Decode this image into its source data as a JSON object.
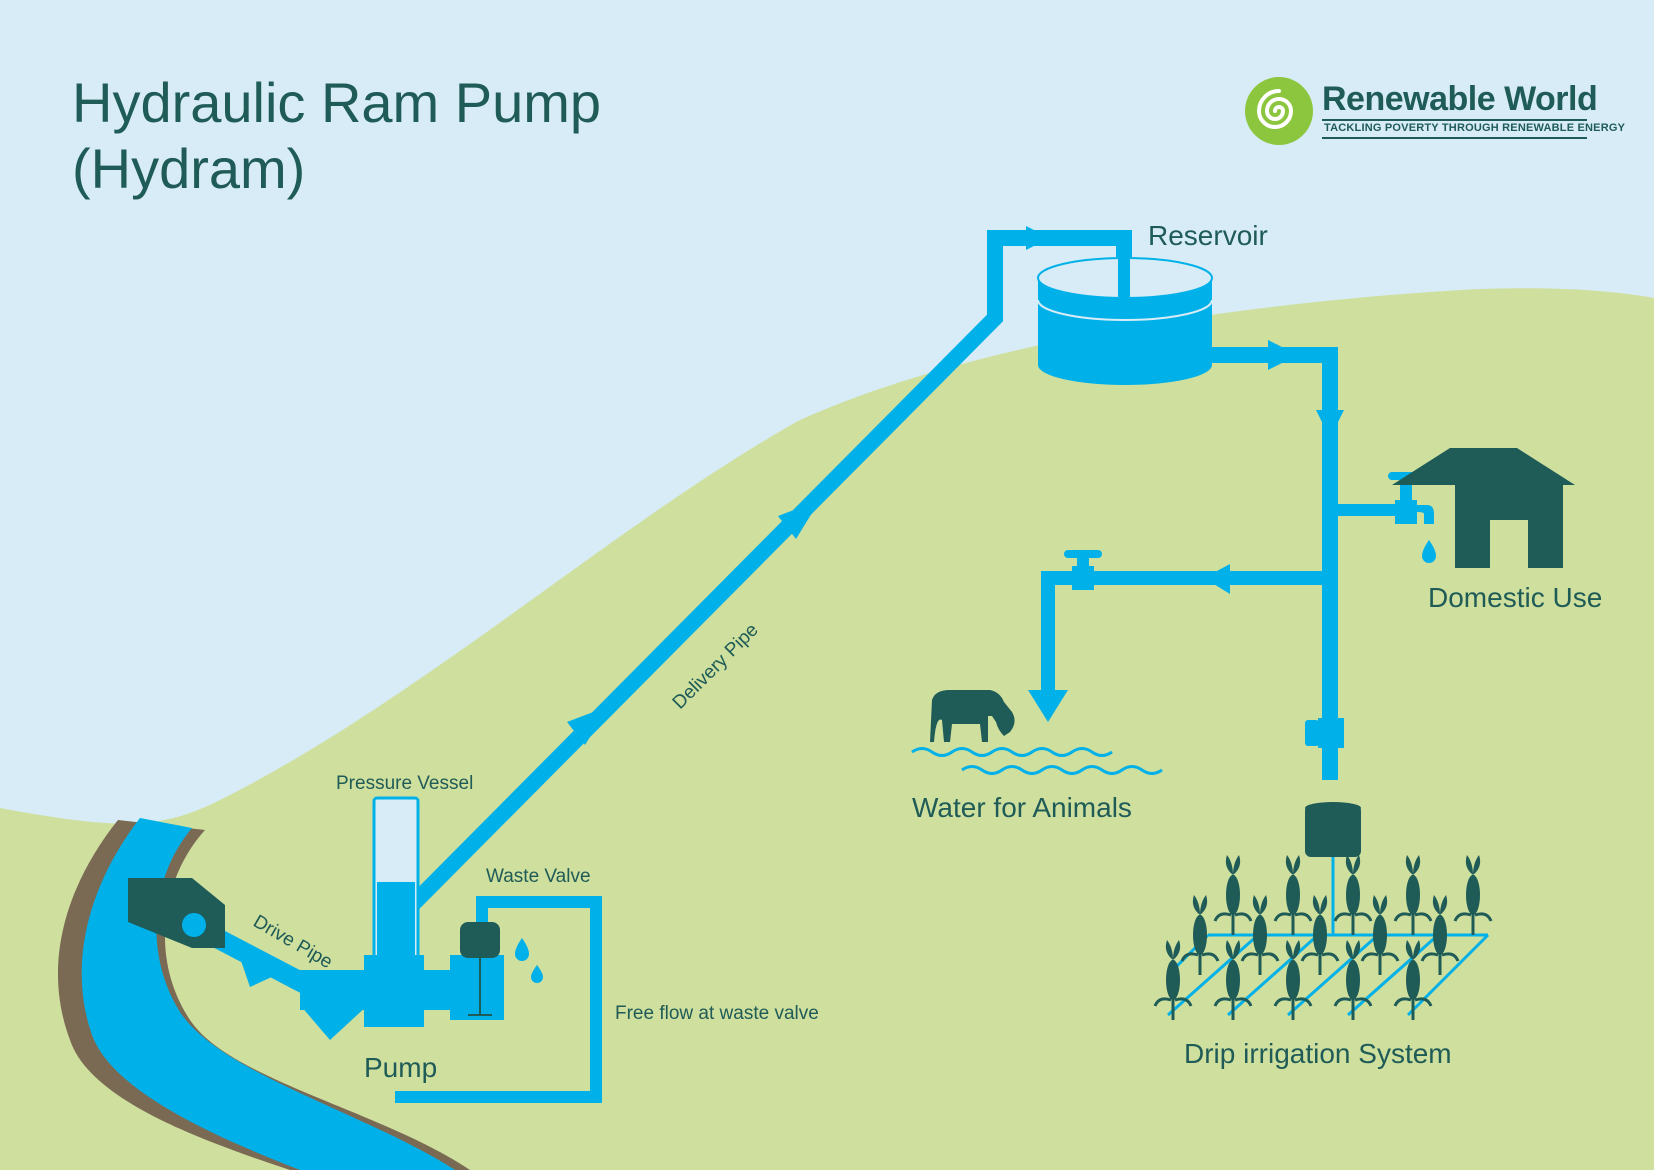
{
  "title": {
    "line1": "Hydraulic Ram Pump",
    "line2": "(Hydram)"
  },
  "logo": {
    "name": "Renewable World",
    "tagline": "TACKLING POVERTY THROUGH RENEWABLE ENERGY",
    "icon": "spiral-logo-icon"
  },
  "labels": {
    "reservoir": "Reservoir",
    "domestic_use": "Domestic Use",
    "water_for_animals": "Water for Animals",
    "drip_irrigation": "Drip irrigation System",
    "delivery_pipe": "Delivery Pipe",
    "pressure_vessel": "Pressure Vessel",
    "waste_valve": "Waste Valve",
    "drive_pipe": "Drive Pipe",
    "free_flow": "Free flow at waste valve",
    "pump": "Pump"
  },
  "icons": [
    "house-icon",
    "cow-icon",
    "tap-icon",
    "water-drop-icon",
    "corn-plant-icon",
    "water-wave-icon",
    "flow-arrow-icon"
  ],
  "colors": {
    "sky": "#d7ecf7",
    "hill": "#cfdf9e",
    "water": "#00b1e9",
    "river_bank": "#7a6a54",
    "dark_teal": "#1f5b57",
    "logo_green": "#8cc63f"
  }
}
